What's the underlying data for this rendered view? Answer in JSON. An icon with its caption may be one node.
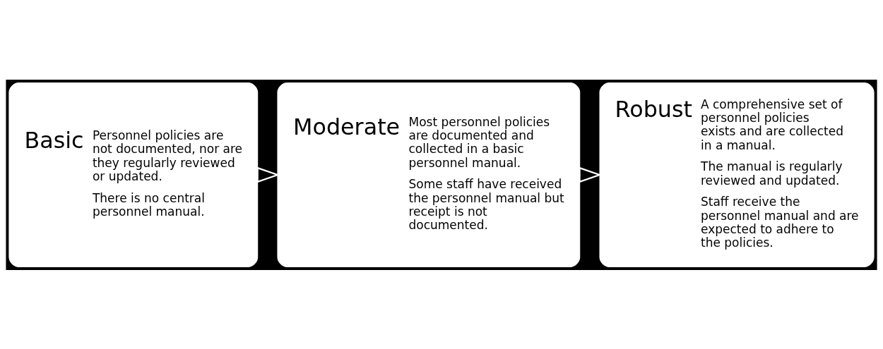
{
  "diagram": {
    "nodes": [
      {
        "text": [
          "Basic",
          "Personnel policies are not documented, nor are they regularly reviewed or updated.",
          "There is no central personnel manual."
        ]
      },
      {
        "text": [
          "Moderate",
          "Most personnel policies are documented and collected in a basic personnel manual.",
          "Some staff have received the personnel manual but receipt is not documented."
        ]
      },
      {
        "text": [
          "Robust",
          "A comprehensive set of personnel policies exists and are collected in a manual.",
          "The manual is regularly reviewed and updated.",
          "Staff receive the personnel manual and are expected to adhere to the policies."
        ]
      }
    ],
    "edges": [
      {
        "from": 0,
        "to": 1,
        "arrow": "to"
      },
      {
        "from": 1,
        "to": 2,
        "arrow": "to"
      }
    ]
  }
}
